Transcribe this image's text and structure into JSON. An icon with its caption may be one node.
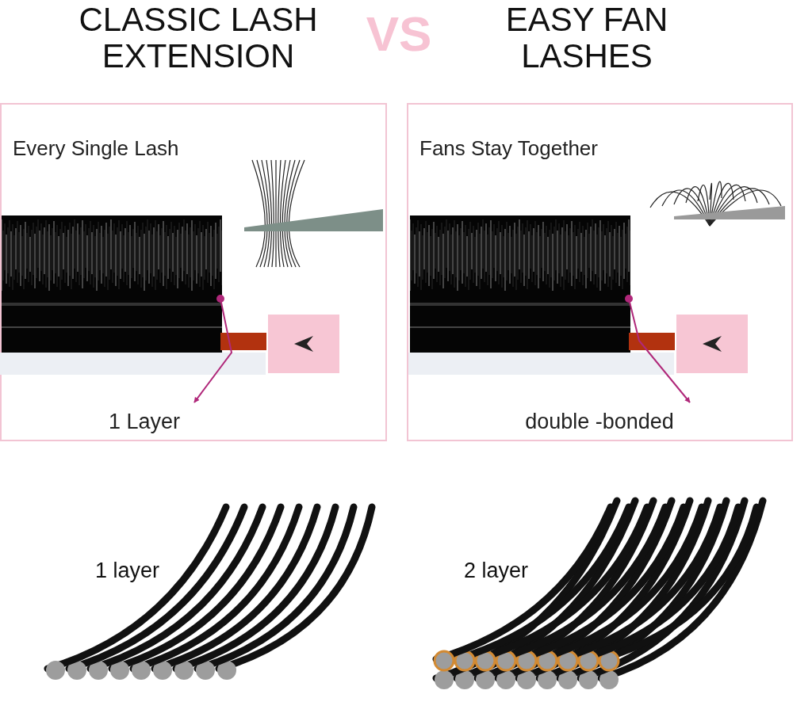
{
  "diagram": {
    "nodes": [
      {
        "text": [
          "Every Single Lash"
        ]
      },
      {
        "text": [],
        "shape": "picture",
        "in": 0
      },
      {
        "text": [
          "1 Layer"
        ],
        "in": 0
      },
      {
        "text": [
          "Fans Stay Together"
        ]
      },
      {
        "text": [],
        "shape": "picture",
        "in": 3
      },
      {
        "text": [
          "double -bonded"
        ],
        "in": 3
      }
    ],
    "edges": [
      {
        "from": 1,
        "to": 2,
        "arrow": "to",
        "color": "#b0287a"
      },
      {
        "from": 4,
        "to": 5,
        "arrow": "to",
        "color": "#b0287a"
      }
    ],
    "labels": [
      "CLASSIC LASH EXTENSION",
      "VS",
      "EASY FAN LASHES",
      "1 layer",
      "2 layer"
    ]
  }
}
